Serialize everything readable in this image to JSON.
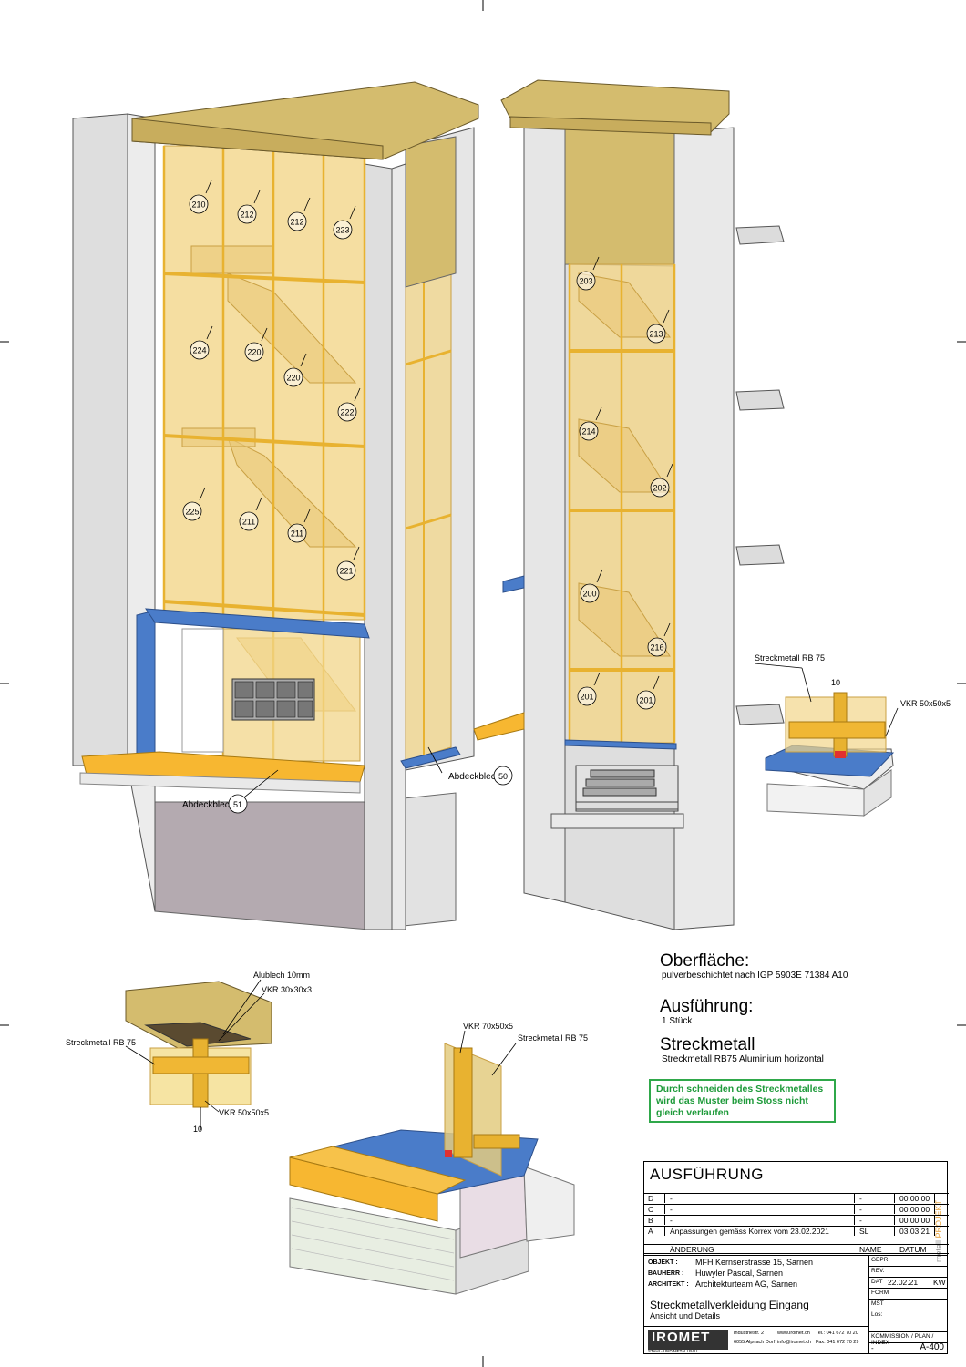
{
  "labels": {
    "stair_numbers_left": [
      "210",
      "212",
      "212",
      "223",
      "224",
      "220",
      "220",
      "222",
      "225",
      "211",
      "211",
      "221"
    ],
    "stair_numbers_right": [
      "203",
      "213",
      "214",
      "202",
      "200",
      "216",
      "201",
      "201"
    ],
    "abdeckblech_50": "Abdeckblech",
    "abdeckblech_50_num": "50",
    "abdeckblech_51": "Abdeckblech",
    "abdeckblech_51_num": "51",
    "streckmetall_rb75_a": "Streckmetall RB 75",
    "dim_10_a": "10",
    "vkr_50_a": "VKR 50x50x5",
    "alublech": "Alublech 10mm",
    "vkr_30": "VKR 30x30x3",
    "streckmetall_rb75_b": "Streckmetall RB 75",
    "vkr_50_b": "VKR 50x50x5",
    "dim_10_b": "10",
    "vkr_70": "VKR 70x50x5",
    "streckmetall_rb75_c": "Streckmetall RB 75"
  },
  "notes": {
    "oberflaeche_title": "Oberfläche:",
    "oberflaeche_text": "pulverbeschichtet nach IGP 5903E 71384 A10",
    "ausfuehrung_title": "Ausführung:",
    "ausfuehrung_text": "1 Stück",
    "streckmetall_title": "Streckmetall",
    "streckmetall_text": "Streckmetall RB75 Aluminium horizontal",
    "warning": "Durch schneiden des Streckmetalles wird das Muster beim Stoss nicht gleich verlaufen"
  },
  "titleblock": {
    "heading": "AUSFÜHRUNG",
    "revisions": [
      {
        "idx": "D",
        "text": "-",
        "name": "-",
        "date": "00.00.00"
      },
      {
        "idx": "C",
        "text": "-",
        "name": "-",
        "date": "00.00.00"
      },
      {
        "idx": "B",
        "text": "-",
        "name": "-",
        "date": "00.00.00"
      },
      {
        "idx": "A",
        "text": "Anpassungen gemäss Korrex vom 23.02.2021",
        "name": "SL",
        "date": "03.03.21"
      }
    ],
    "col_aenderung": "ÄNDERUNG",
    "col_name": "NAME",
    "col_datum": "DATUM",
    "objekt_label": "OBJEKT :",
    "objekt": "MFH Kernserstrasse 15, Sarnen",
    "bauherr_label": "BAUHERR :",
    "bauherr": "Huwyler Pascal, Sarnen",
    "architekt_label": "ARCHITEKT :",
    "architekt": "Architekturteam AG, Sarnen",
    "gepr": "GEPR",
    "rev": "REV.",
    "dat": "DAT",
    "dat_value": "22.02.21",
    "dat_name": "KW",
    "form": "FORM",
    "mst": "MST",
    "los": "Los:",
    "kommission": "KOMMISSION / PLAN / INDEX",
    "kommission_dash": "-",
    "plan_no": "A-400",
    "drawing_title": "Streckmetallverkleidung Eingang",
    "drawing_subtitle": "Ansicht und Details",
    "side_text_a": "metall ",
    "side_text_b": "PROJEKT",
    "company": "IROMET",
    "company_sub": "STAHL- UND METALLBAU",
    "addr1": "Industriestr. 2",
    "addr2": "6055 Alpnach Dorf",
    "web": "www.iromet.ch",
    "mail": "info@iromet.ch",
    "tel": "Tel.: 041 672 70 20",
    "fax": "Fax: 041 672 70 29"
  },
  "colors": {
    "concrete": "#dedede",
    "glass_yellow": "#f2d68a",
    "frame_orange": "#e8b230",
    "sill_orange": "#f7b731",
    "cover_blue": "#4a7cc9",
    "roof": "#d4bc6e",
    "plinth": "#b4aab0",
    "green": "#2fa84a"
  }
}
